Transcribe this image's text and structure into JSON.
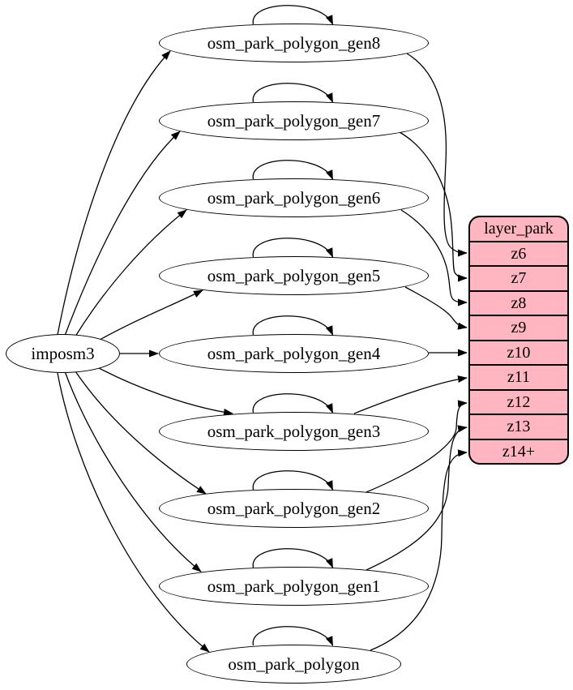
{
  "diagram": {
    "source": {
      "id": "imposm3",
      "label": "imposm3"
    },
    "tables": [
      {
        "id": "gen8",
        "label": "osm_park_polygon_gen8"
      },
      {
        "id": "gen7",
        "label": "osm_park_polygon_gen7"
      },
      {
        "id": "gen6",
        "label": "osm_park_polygon_gen6"
      },
      {
        "id": "gen5",
        "label": "osm_park_polygon_gen5"
      },
      {
        "id": "gen4",
        "label": "osm_park_polygon_gen4"
      },
      {
        "id": "gen3",
        "label": "osm_park_polygon_gen3"
      },
      {
        "id": "gen2",
        "label": "osm_park_polygon_gen2"
      },
      {
        "id": "gen1",
        "label": "osm_park_polygon_gen1"
      },
      {
        "id": "poly",
        "label": "osm_park_polygon"
      }
    ],
    "layer_table": {
      "title": "layer_park",
      "rows": [
        "z6",
        "z7",
        "z8",
        "z9",
        "z10",
        "z11",
        "z12",
        "z13",
        "z14+"
      ]
    },
    "edges": [
      {
        "from": "imposm3",
        "to": "gen8"
      },
      {
        "from": "imposm3",
        "to": "gen7"
      },
      {
        "from": "imposm3",
        "to": "gen6"
      },
      {
        "from": "imposm3",
        "to": "gen5"
      },
      {
        "from": "imposm3",
        "to": "gen4"
      },
      {
        "from": "imposm3",
        "to": "gen3"
      },
      {
        "from": "imposm3",
        "to": "gen2"
      },
      {
        "from": "imposm3",
        "to": "gen1"
      },
      {
        "from": "imposm3",
        "to": "poly"
      },
      {
        "from": "gen8",
        "to": "gen8"
      },
      {
        "from": "gen7",
        "to": "gen7"
      },
      {
        "from": "gen6",
        "to": "gen6"
      },
      {
        "from": "gen5",
        "to": "gen5"
      },
      {
        "from": "gen4",
        "to": "gen4"
      },
      {
        "from": "gen3",
        "to": "gen3"
      },
      {
        "from": "gen2",
        "to": "gen2"
      },
      {
        "from": "gen1",
        "to": "gen1"
      },
      {
        "from": "poly",
        "to": "poly"
      },
      {
        "from": "gen8",
        "to": "layer_park:z6"
      },
      {
        "from": "gen7",
        "to": "layer_park:z7"
      },
      {
        "from": "gen6",
        "to": "layer_park:z8"
      },
      {
        "from": "gen5",
        "to": "layer_park:z9"
      },
      {
        "from": "gen4",
        "to": "layer_park:z10"
      },
      {
        "from": "gen3",
        "to": "layer_park:z11"
      },
      {
        "from": "gen2",
        "to": "layer_park:z12"
      },
      {
        "from": "gen1",
        "to": "layer_park:z13"
      },
      {
        "from": "poly",
        "to": "layer_park:z14+"
      }
    ],
    "colors": {
      "layer_fill": "#FFB6C1",
      "node_fill": "#FFFFFF",
      "stroke": "#000000",
      "background": "#FFFFFF"
    }
  }
}
